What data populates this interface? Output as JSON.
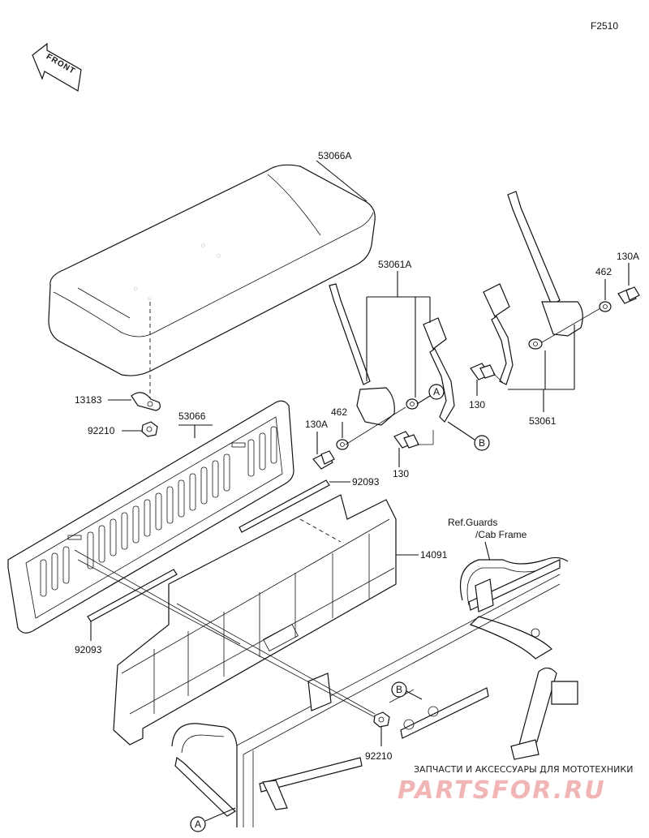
{
  "figure_code": "F2510",
  "front_label": "FRONT",
  "parts": {
    "seat_cushion": "53066A",
    "seat_base": "53066",
    "belt_left_set": "53061A",
    "belt_right_set": "53061",
    "bracket": "13183",
    "nut_left": "92210",
    "nut_bottom": "92210",
    "washer_left": "462",
    "washer_right": "462",
    "bolt_130a_left": "130A",
    "bolt_130a_right": "130A",
    "bolt_130_mid": "130",
    "bolt_130_right": "130",
    "strip_top": "92093",
    "strip_bottom": "92093",
    "panel": "14091"
  },
  "reference": {
    "line1": "Ref.Guards",
    "line2": "/Cab Frame"
  },
  "markers": {
    "a": "A",
    "b": "B"
  },
  "watermark": {
    "line1": "ЗАПЧАСТИ И АКСЕССУАРЫ ДЛЯ МОТОТЕХНИКИ",
    "line2": "PARTSFOR.RU"
  }
}
